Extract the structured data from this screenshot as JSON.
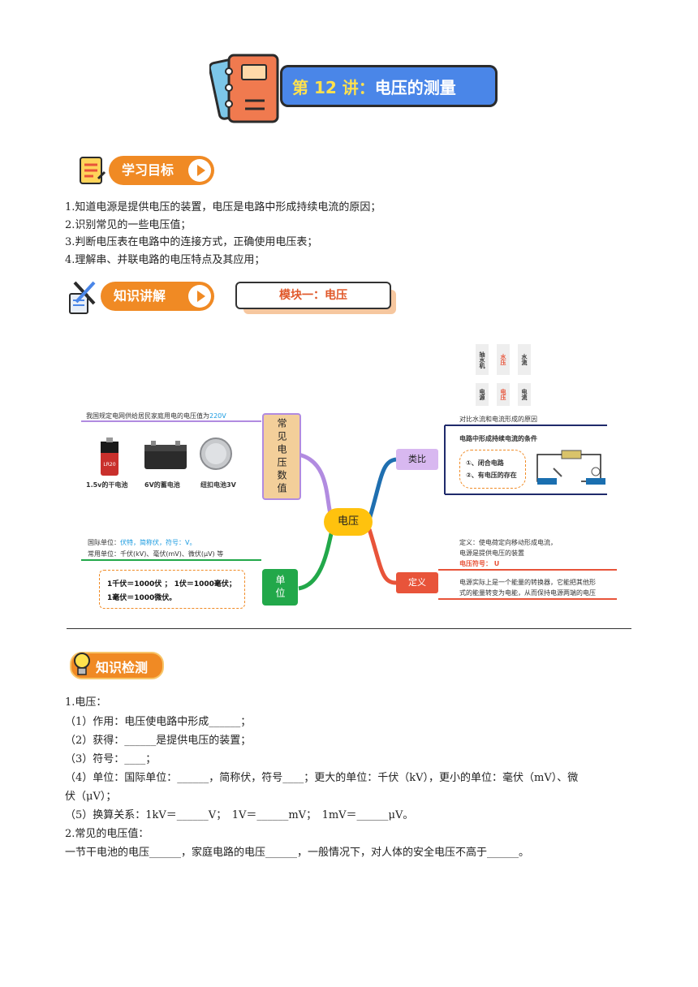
{
  "header": {
    "title_prefix": "第 12 讲：",
    "title_main": "电压的测量"
  },
  "goals": {
    "label": "学习目标",
    "items": [
      "1.知道电源是提供电压的装置，电压是电路中形成持续电流的原因；",
      "2.识别常见的一些电压值；",
      "3.判断电压表在电路中的连接方式，正确使用电压表；",
      "4.理解串、并联电路的电压特点及其应用；"
    ]
  },
  "knowledge": {
    "label": "知识讲解",
    "module": "模块一：电压"
  },
  "mindmap": {
    "center": "电压",
    "left_top": {
      "node": "常见电压数值",
      "caption_prefix": "我国规定电网供给居民家庭用电的电压值为",
      "caption_value": "220V",
      "items": [
        "1.5v的干电池",
        "6V的蓄电池",
        "纽扣电池3V"
      ]
    },
    "left_bottom": {
      "node": "单位",
      "line1_prefix": "国际单位：",
      "line1_value": "伏特，简称伏，符号：V。",
      "line2": "常用单位：千伏(kV)、毫伏(mV)、微伏(μV) 等",
      "box_line1": "1千伏＝1000伏 ； 1伏＝1000毫伏；",
      "box_line2": "1毫伏＝1000微伏。"
    },
    "right_top": {
      "node": "类比",
      "analogy_row1": [
        "抽水机",
        "水压",
        "水流"
      ],
      "analogy_row2": [
        "电源",
        "电压",
        "电流"
      ],
      "caption": "对比水流和电流形成的原因",
      "box_title": "电路中形成持续电流的条件",
      "box_items": [
        "①、闭合电路",
        "②、有电压的存在"
      ]
    },
    "right_bottom": {
      "node": "定义",
      "def_line1": "定义：使电荷定向移动形成电流，",
      "def_line2": "电源是提供电压的装置",
      "symbol": "电压符号： U",
      "note_line1": "电源实际上是一个能量的转换器，它能把其他形",
      "note_line2": "式的能量转变为电能，从而保持电源两端的电压"
    }
  },
  "check": {
    "label": "知识检测",
    "lines": [
      "1.电压：",
      "（1）作用：电压使电路中形成______；",
      "（2）获得：______是提供电压的装置；",
      "（3）符号：____；",
      "（4）单位：国际单位：______，简称伏，符号____；更大的单位：千伏（kV），更小的单位：毫伏（mV）、微",
      "伏（μV）；",
      "（5）换算关系：1kV＝______V；　1V＝______mV；　1mV＝______μV。",
      "2.常见的电压值：",
      "一节干电池的电压______，家庭电路的电压______，一般情况下，对人体的安全电压不高于______。"
    ]
  },
  "colors": {
    "accent_orange": "#f08a24",
    "title_blue": "#4a86e8",
    "center_yellow": "#ffc20e",
    "purple": "#b18be0",
    "green": "#22a84a",
    "red": "#e8543a",
    "navy": "#1f2a6b"
  }
}
